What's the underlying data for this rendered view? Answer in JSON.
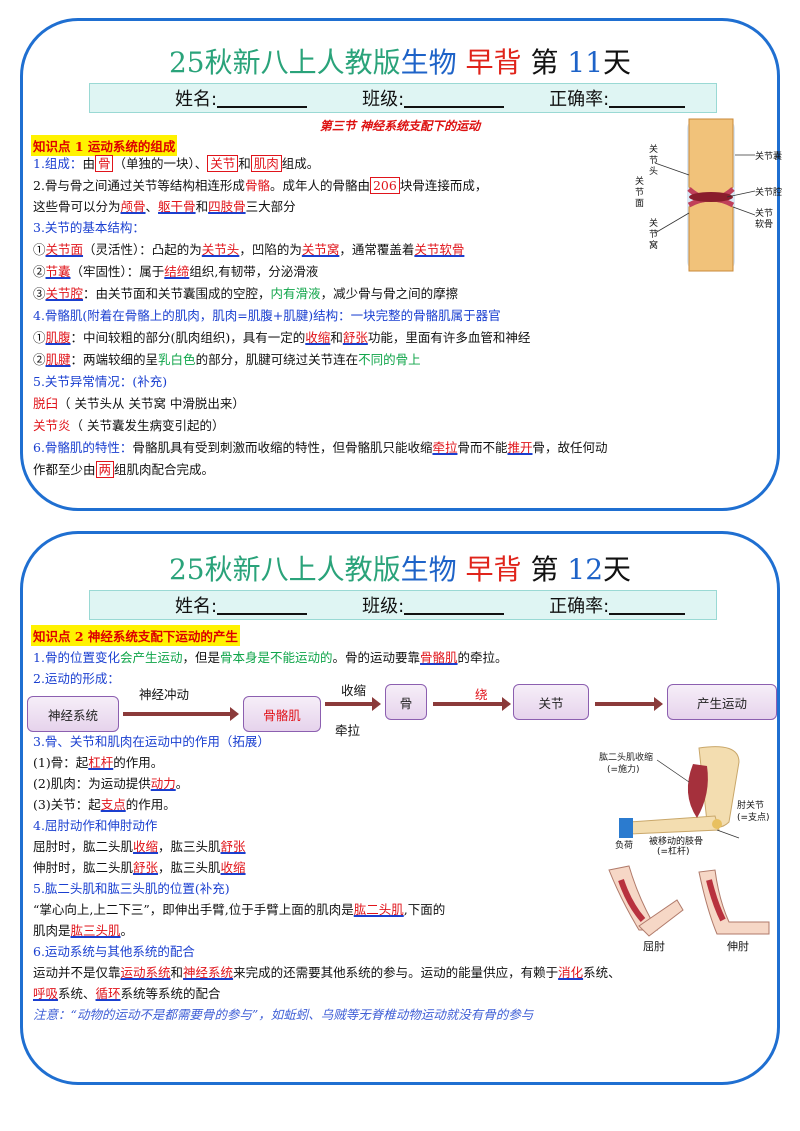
{
  "day11": {
    "title": {
      "a": "25秋新八上人教版",
      "b": "生物",
      "c": "早背",
      "d": "第",
      "n": "11",
      "e": "天"
    },
    "namebar": {
      "name": "姓名:",
      "class": "班级:",
      "rate": "正确率:"
    },
    "section": "第三节  神经系统支配下的运动",
    "kp": "知识点 1  运动系统的组成",
    "l1": {
      "a": "1.组成：",
      "b": "由",
      "c": "骨",
      "d": "（单独的一块）、",
      "e": "关节",
      "f": "和",
      "g": "肌肉",
      "h": "组成。"
    },
    "l2": {
      "a": "2.骨与骨之间通过关节等结构相连形成",
      "b": "骨骼",
      "c": "。成年人的骨骼由",
      "d": "206",
      "e": "块骨连接而成，"
    },
    "l3": {
      "a": "这些骨可以分为",
      "b": "颅骨",
      "c": "、",
      "d": "躯干骨",
      "e": "和",
      "f": "四肢骨",
      "g": "三大部分"
    },
    "l4": "3.关节的基本结构：",
    "l5": {
      "a": "①",
      "b": "关节面",
      "c": "（灵活性）：凸起的为",
      "d": "关节头",
      "e": "，凹陷的为",
      "f": "关节窝",
      "g": "，通常覆盖着",
      "h": "关节软骨"
    },
    "l6": {
      "a": "②",
      "b": "节囊",
      "c": "（牢固性）：属于",
      "d": "结缔",
      "e": "组织,有韧带，分泌滑液"
    },
    "l7": {
      "a": "③",
      "b": "关节腔",
      "c": "：由关节面和关节囊围成的空腔，",
      "d": "内有滑液",
      "e": "，减少骨与骨之间的摩擦"
    },
    "l8": "4.骨骼肌(附着在骨骼上的肌肉，肌肉=肌腹+肌腱)结构：一块完整的骨骼肌属于器官",
    "l9": {
      "a": "①",
      "b": "肌腹",
      "c": "：中间较粗的部分(肌肉组织)，具有一定的",
      "d": "收缩",
      "e": "和",
      "f": "舒张",
      "g": "功能，里面有许多血管和神经"
    },
    "l10": {
      "a": "②",
      "b": "肌腱",
      "c": "：两端较细的呈",
      "d": "乳白色",
      "e": "的部分，肌腱可绕过关节连在",
      "f": "不同的骨上"
    },
    "l11": "5.关节异常情况：(补充)",
    "l12": {
      "a": "脱臼",
      "b": "（ 关节头从 关节窝 中滑脱出来）"
    },
    "l13": {
      "a": "关节炎",
      "b": "（ 关节囊发生病变引起的）"
    },
    "l14": {
      "a": "6.骨骼肌的特性：",
      "b": "骨骼肌具有受到刺激而收缩的特性，但骨骼肌只能收缩",
      "c": "牵拉",
      "d": "骨而不能",
      "e": "推开",
      "f": "骨，故任何动"
    },
    "l15": {
      "a": "作都至少由",
      "b": "两",
      "c": "组肌肉配合完成。"
    },
    "figure": {
      "l1": "关",
      "l2": "节",
      "l3": "头",
      "l4": "关",
      "l5": "节",
      "l6": "面",
      "l7": "关",
      "l8": "节",
      "l9": "窝",
      "r1": "关节囊",
      "r2": "关节腔",
      "r3": "关节",
      "r4": "软骨"
    }
  },
  "day12": {
    "title": {
      "a": "25秋新八上人教版",
      "b": "生物",
      "c": "早背",
      "d": "第",
      "n": "12",
      "e": "天"
    },
    "namebar": {
      "name": "姓名:",
      "class": "班级:",
      "rate": "正确率:"
    },
    "kp": "知识点 2  神经系统支配下运动的产生",
    "l1": {
      "a": "1.",
      "b": "骨的位置变化",
      "c": "会产生运动",
      "d": "，但是",
      "e": "骨本身是不能运动的",
      "f": "。骨的运动要靠",
      "g": "骨骼肌",
      "h": "的牵拉。"
    },
    "l2": "2.运动的形成：",
    "flow": {
      "b1": "神经系统",
      "lab1": "神经冲动",
      "b2": "骨骼肌",
      "lab2a": "收缩",
      "lab2b": "牵拉",
      "b3": "骨",
      "lab3": "绕",
      "b4": "关节",
      "b5": "产生运动"
    },
    "l3": "3.骨、关节和肌肉在运动中的作用（拓展）",
    "l4": {
      "a": "(1)骨：起",
      "b": "杠杆",
      "c": "的作用。"
    },
    "l5": {
      "a": "(2)肌肉：为运动提供",
      "b": "动力",
      "c": "。"
    },
    "l6": {
      "a": "(3)关节：起",
      "b": "支点",
      "c": "的作用。"
    },
    "l7": "4.屈肘动作和伸肘动作",
    "l8": {
      "a": "屈肘时，肱二头肌",
      "b": "收缩",
      "c": "，肱三头肌",
      "d": "舒张"
    },
    "l9": {
      "a": "伸肘时，肱二头肌",
      "b": "舒张",
      "c": "，肱三头肌",
      "d": "收缩"
    },
    "l10": "5.肱二头肌和肱三头肌的位置(补充)",
    "l11": {
      "a": "“掌心向上,上二下三”，即伸出手臂,位于手臂上面的肌肉是",
      "b": "肱二头肌",
      "c": ",下面的"
    },
    "l12": {
      "a": "肌肉是",
      "b": "肱三头肌",
      "c": "。"
    },
    "l13": "6.运动系统与其他系统的配合",
    "l14": {
      "a": "运动并不是仅靠",
      "b": "运动系统",
      "c": "和",
      "d": "神经系统",
      "e": "来完成的还需要其他系统的参与。运动的能量供应，有赖于",
      "f": "消化",
      "g": "系统、"
    },
    "l15": {
      "a": "呼吸",
      "b": "系统、",
      "c": "循环",
      "d": "系统等系统的配合"
    },
    "note": "注意：“动物的运动不是都需要骨的参与”，如蚯蚓、乌贼等无脊椎动物运动就没有骨的参与",
    "fig1": {
      "a": "肱二头肌收缩",
      "b": "(=施力)",
      "c": "肘关节",
      "d": "(=支点)",
      "e": "负荷",
      "f": "被移动的肢骨",
      "g": "(=杠杆)"
    },
    "fig2": {
      "a": "屈肘",
      "b": "伸肘"
    }
  }
}
